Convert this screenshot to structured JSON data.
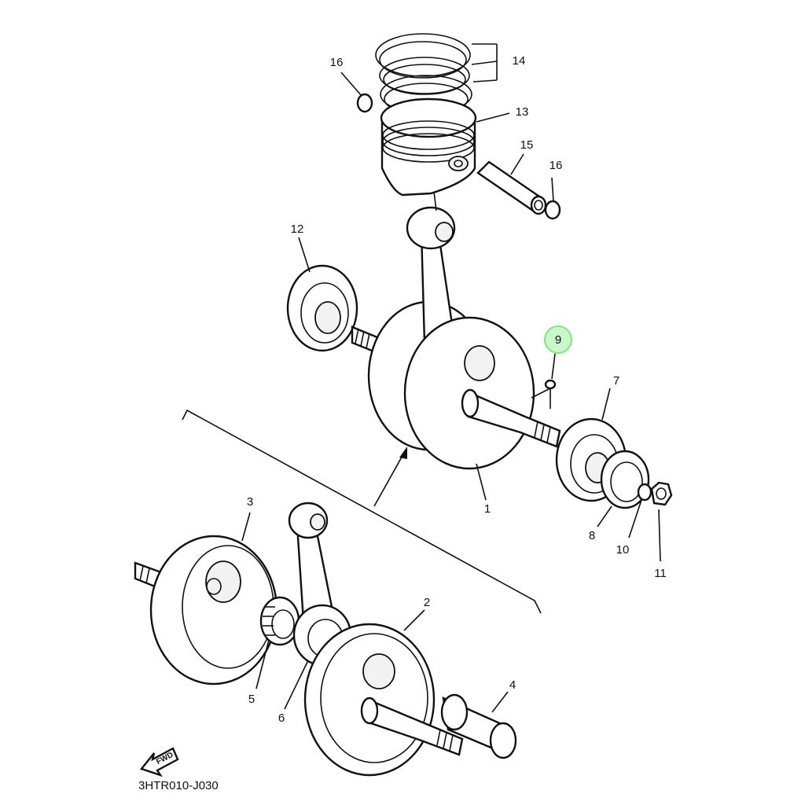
{
  "diagram": {
    "part_labels": {
      "p1": "1",
      "p2": "2",
      "p3": "3",
      "p4": "4",
      "p5": "5",
      "p6": "6",
      "p7": "7",
      "p8": "8",
      "p9": "9",
      "p10": "10",
      "p11": "11",
      "p12": "12",
      "p13": "13",
      "p14": "14",
      "p15": "15",
      "p16a": "16",
      "p16b": "16"
    },
    "highlighted_part": "9",
    "highlight_color": "#7CE87C",
    "direction_label": "FWD",
    "drawing_code": "3HTR010-J030"
  }
}
